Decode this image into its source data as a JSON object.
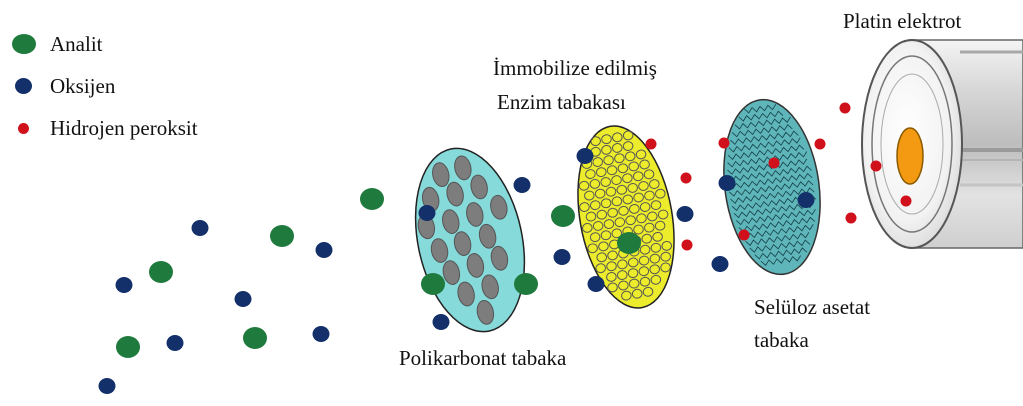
{
  "legend": [
    {
      "label": "Analit",
      "color": "#1f7a3d"
    },
    {
      "label": "Oksijen",
      "color": "#13306a"
    },
    {
      "label": "Hidrojen peroksit",
      "color": "#d0101a"
    }
  ],
  "labels": {
    "platinum": "Platin elektrot",
    "enzyme_line1": "İmmobilize edilmiş",
    "enzyme_line2": "Enzim tabakası",
    "polycarbonate": "Polikarbonat tabaka",
    "cellulose_line1": "Selüloz asetat",
    "cellulose_line2": "tabaka"
  },
  "colors": {
    "analyte": "#1f7a3d",
    "oxygen": "#13306a",
    "peroxide": "#d0101a",
    "polycarbonate_fill": "#86dada",
    "enzyme_fill": "#ecec2c",
    "cellulose_fill": "#5fb6ba",
    "electrode_core": "#f39a12"
  }
}
